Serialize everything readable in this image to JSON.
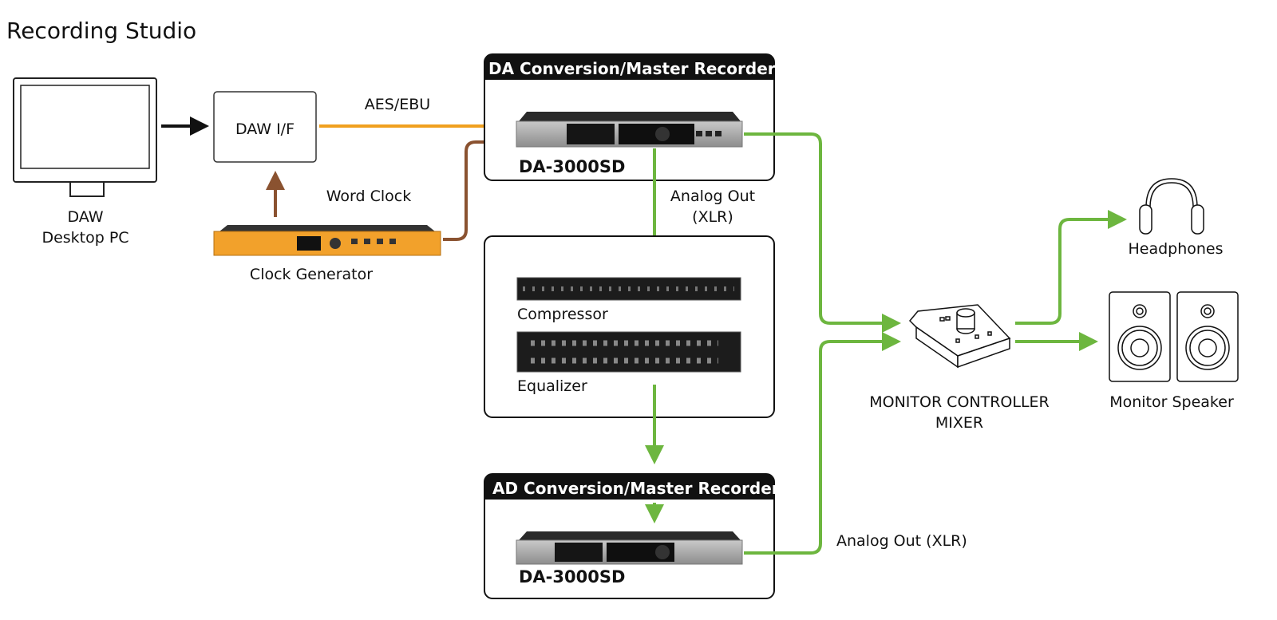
{
  "title": "Recording Studio",
  "colors": {
    "aes_ebu": "#F0A01E",
    "word_clock": "#8A5230",
    "analog": "#6DB63F",
    "header": "#111111"
  },
  "daw_pc": {
    "label_line1": "DAW",
    "label_line2": "Desktop PC",
    "icon": "desktop-monitor-icon"
  },
  "daw_if": {
    "label": "DAW I/F"
  },
  "aes_ebu_label": "AES/EBU",
  "word_clock_label": "Word Clock",
  "clock_generator": {
    "label": "Clock Generator"
  },
  "da_section": {
    "header": "DA Conversion/Master Recorder",
    "device": "DA-3000SD"
  },
  "analog_out_top": {
    "line1": "Analog Out",
    "line2": "(XLR)"
  },
  "processing": {
    "compressor": "Compressor",
    "equalizer": "Equalizer"
  },
  "ad_section": {
    "header": "AD Conversion/Master Recorder",
    "device": "DA-3000SD"
  },
  "analog_out_bottom": "Analog Out (XLR)",
  "monitor_controller": {
    "line1": "MONITOR CONTROLLER",
    "line2": "MIXER"
  },
  "headphones": {
    "label": "Headphones"
  },
  "monitor_speaker": {
    "label": "Monitor Speaker"
  }
}
